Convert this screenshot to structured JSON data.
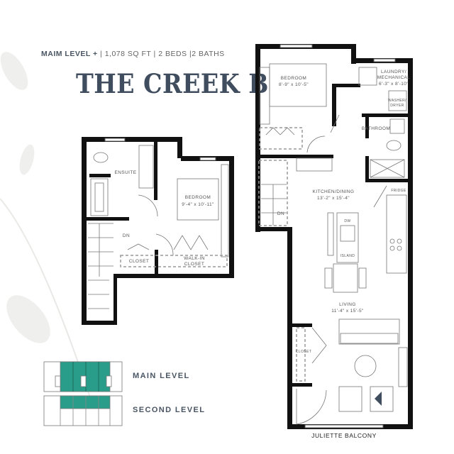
{
  "header": {
    "level": "MAIM LEVEL +",
    "area": "1,078 SQ FT",
    "beds": "2 BEDS",
    "baths": "2 BATHS",
    "separator": "|",
    "title": "THE CREEK B"
  },
  "second_floor": {
    "ensuite": "ENSUITE",
    "bedroom": "BEDROOM",
    "bedroom_dim": "9'-4\" x 10'-11\"",
    "dn": "DN",
    "closet": "CLOSET",
    "walkin_1": "WALK-IN",
    "walkin_2": "CLOSET"
  },
  "main_floor": {
    "bedroom": "BEDROOM",
    "bedroom_dim": "8'-9\" x 10'-5\"",
    "laundry_1": "LAUNDRY/",
    "laundry_2": "MECHANICAL",
    "laundry_dim": "6'-3\" x 8'-10\"",
    "washer_1": "WASHER/",
    "washer_2": "DRYER",
    "bathroom": "BATHROOM",
    "kitchen": "KITCHEN/DINING",
    "kitchen_dim": "13'-2\" x 15'-4\"",
    "fridge": "FRIDGE",
    "dw": "DW",
    "island": "ISLAND",
    "dn": "DN",
    "living": "LIVING",
    "living_dim": "11'-4\" x 15'-5\"",
    "closet": "CLOSET",
    "balcony": "JULIETTE BALCONY"
  },
  "key_plan": {
    "main_label": "MAIN LEVEL",
    "second_label": "SECOND LEVEL",
    "highlight_color": "#2a9d8a"
  }
}
